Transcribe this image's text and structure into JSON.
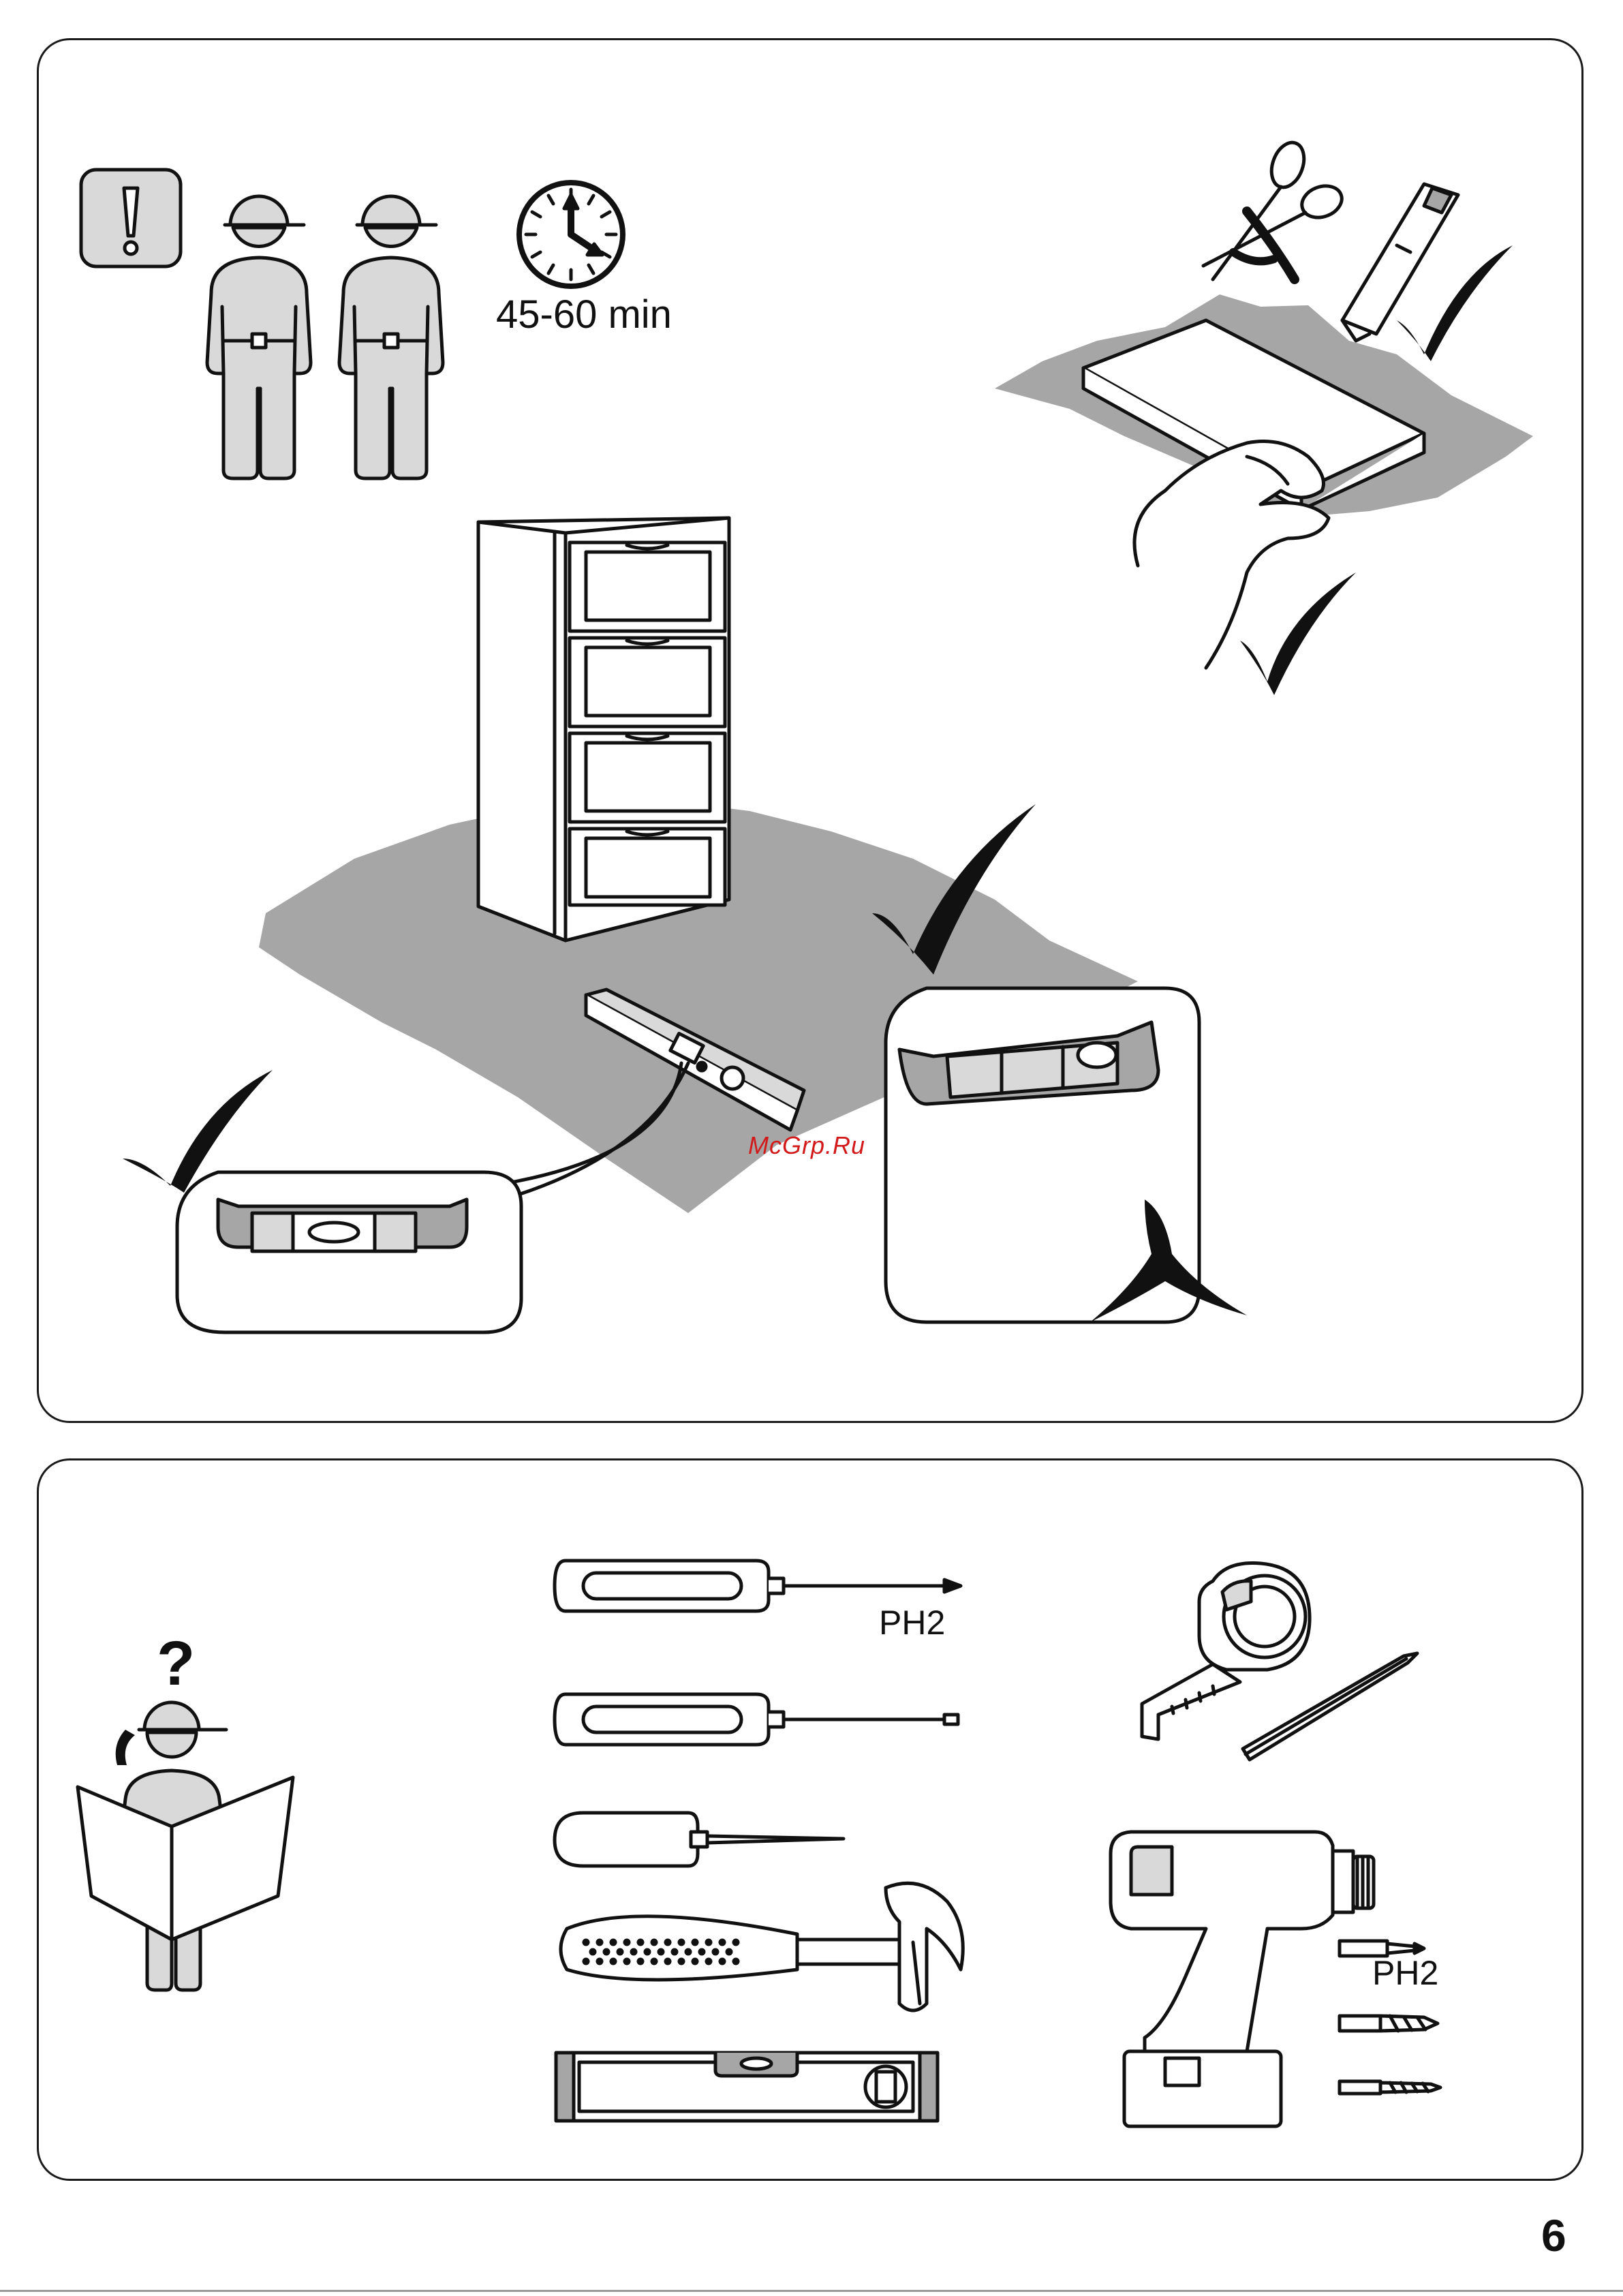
{
  "header": {
    "time_label": "45-60 min"
  },
  "tools": {
    "screwdriver_tip_label": "PH2",
    "drill_bit_label": "PH2"
  },
  "footer": {
    "page_number": "6",
    "watermark": "McGrp.Ru"
  },
  "icons": [
    "warning-icon",
    "two-persons-icon",
    "clock-icon",
    "scissors-crossed-icon",
    "utility-knife-icon",
    "check-icon",
    "cross-icon",
    "dresser-illustration",
    "spirit-level-icon",
    "person-reading-manual-icon",
    "question-mark-icon",
    "phone-icon",
    "phillips-screwdriver-icon",
    "flat-screwdriver-icon",
    "awl-icon",
    "hammer-icon",
    "tape-measure-icon",
    "pencil-icon",
    "cordless-drill-icon",
    "drill-bit-icon"
  ]
}
